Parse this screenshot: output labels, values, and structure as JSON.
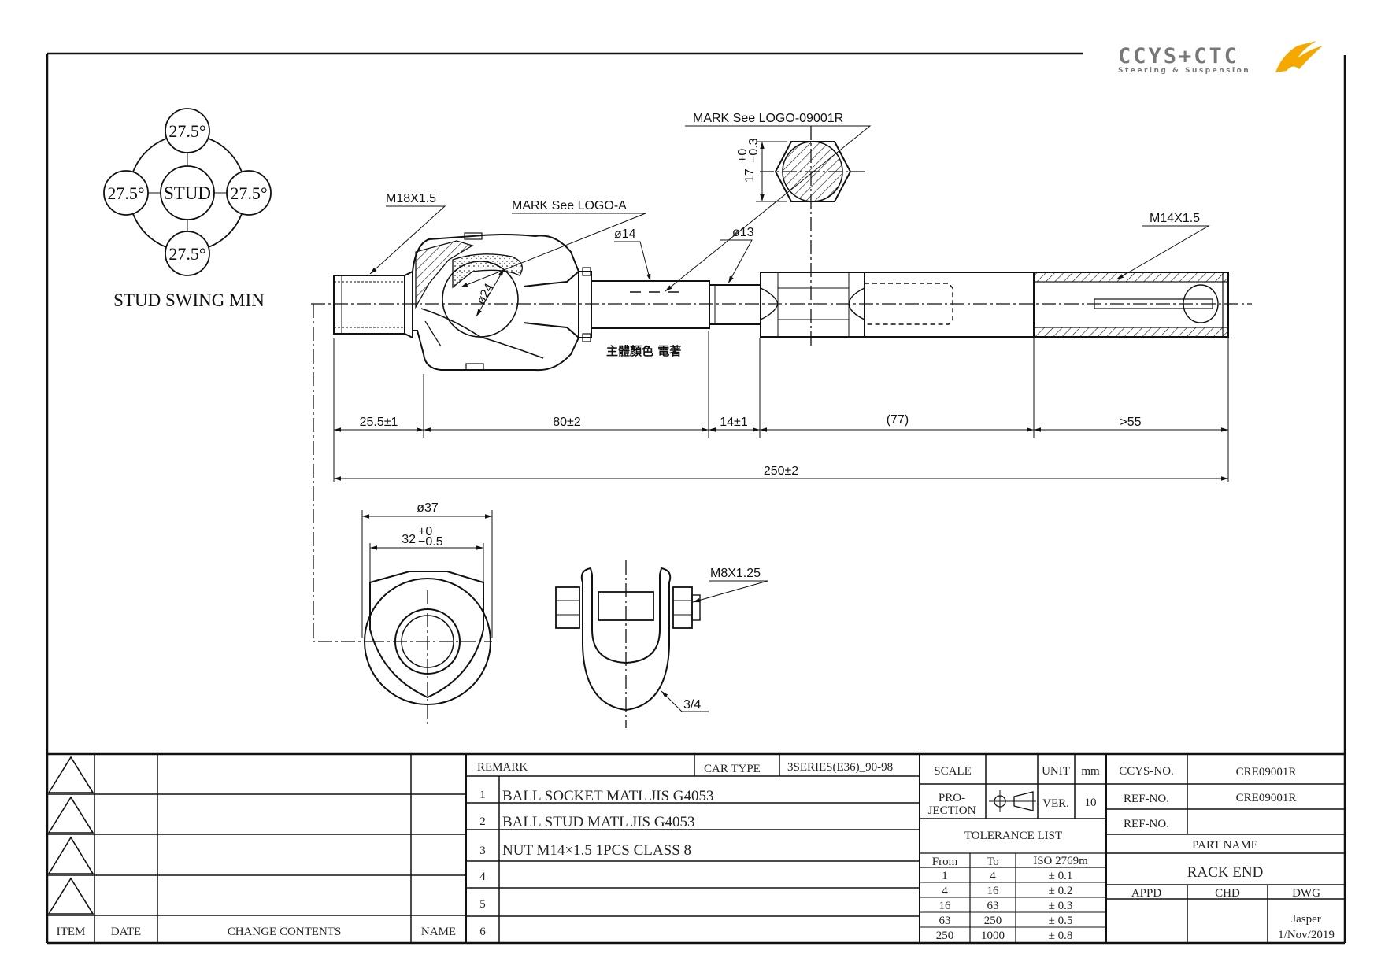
{
  "brand": {
    "logo_text": "CCYS+CTC",
    "logo_sub": "Steering & Suspension",
    "accent": "#f5a800",
    "gray": "#777777"
  },
  "swing": {
    "center": "STUD",
    "angles": [
      "27.5°",
      "27.5°",
      "27.5°",
      "27.5°"
    ],
    "caption": "STUD SWING MIN"
  },
  "callouts": {
    "thread_left": "M18X1.5",
    "logo_a": "MARK See LOGO-A",
    "logo_09001r": "MARK See LOGO-09001R",
    "dia14": "ø14",
    "dia13": "ø13",
    "thread_right": "M14X1.5",
    "dia24": "ø24",
    "hex": "17",
    "hex_tol_upper": "+0",
    "hex_tol_lower": "−0.3",
    "chinese_note": "主體顏色 電著",
    "dia37": "ø37",
    "bore": "32",
    "bore_tol_upper": "+0",
    "bore_tol_lower": "−0.5",
    "clamp_thread": "M8X1.25",
    "clamp_ratio": "3/4"
  },
  "dimensions": {
    "d1": "25.5±1",
    "d2": "80±2",
    "d3": "14±1",
    "d4": "(77)",
    "d5": ">55",
    "overall": "250±2"
  },
  "revision_table": {
    "headers": [
      "ITEM",
      "DATE",
      "CHANGE CONTENTS",
      "NAME"
    ]
  },
  "remarks": {
    "header": "REMARK",
    "car_type_label": "CAR TYPE",
    "car_type": "3SERIES(E36)_90-98",
    "rows": [
      {
        "no": "1",
        "text": "BALL SOCKET MATL JIS G4053"
      },
      {
        "no": "2",
        "text": "BALL STUD MATL JIS G4053"
      },
      {
        "no": "3",
        "text": "NUT M14×1.5  1PCS  CLASS  8"
      },
      {
        "no": "4",
        "text": ""
      },
      {
        "no": "5",
        "text": ""
      },
      {
        "no": "6",
        "text": ""
      }
    ]
  },
  "scale_block": {
    "scale_label": "SCALE",
    "unit_label": "UNIT",
    "unit": "mm",
    "projection_label": "PRO-\nJECTION",
    "projection_l1": "PRO-",
    "projection_l2": "JECTION",
    "ver_label": "VER.",
    "ver": "10"
  },
  "tolerance": {
    "title": "TOLERANCE LIST",
    "headers": [
      "From",
      "To",
      "ISO 2769m"
    ],
    "rows": [
      [
        "1",
        "4",
        "± 0.1"
      ],
      [
        "4",
        "16",
        "± 0.2"
      ],
      [
        "16",
        "63",
        "± 0.3"
      ],
      [
        "63",
        "250",
        "± 0.5"
      ],
      [
        "250",
        "1000",
        "± 0.8"
      ]
    ]
  },
  "ids": {
    "ccys_label": "CCYS-NO.",
    "ccys": "CRE09001R",
    "ref_label": "REF-NO.",
    "ref": "CRE09001R",
    "ref2_label": "REF-NO.",
    "ref2": ""
  },
  "part": {
    "label": "PART NAME",
    "name": "RACK END"
  },
  "signoff": {
    "appd": "APPD",
    "chd": "CHD",
    "dwg": "DWG",
    "drawer": "Jasper",
    "date": "1/Nov/2019"
  }
}
